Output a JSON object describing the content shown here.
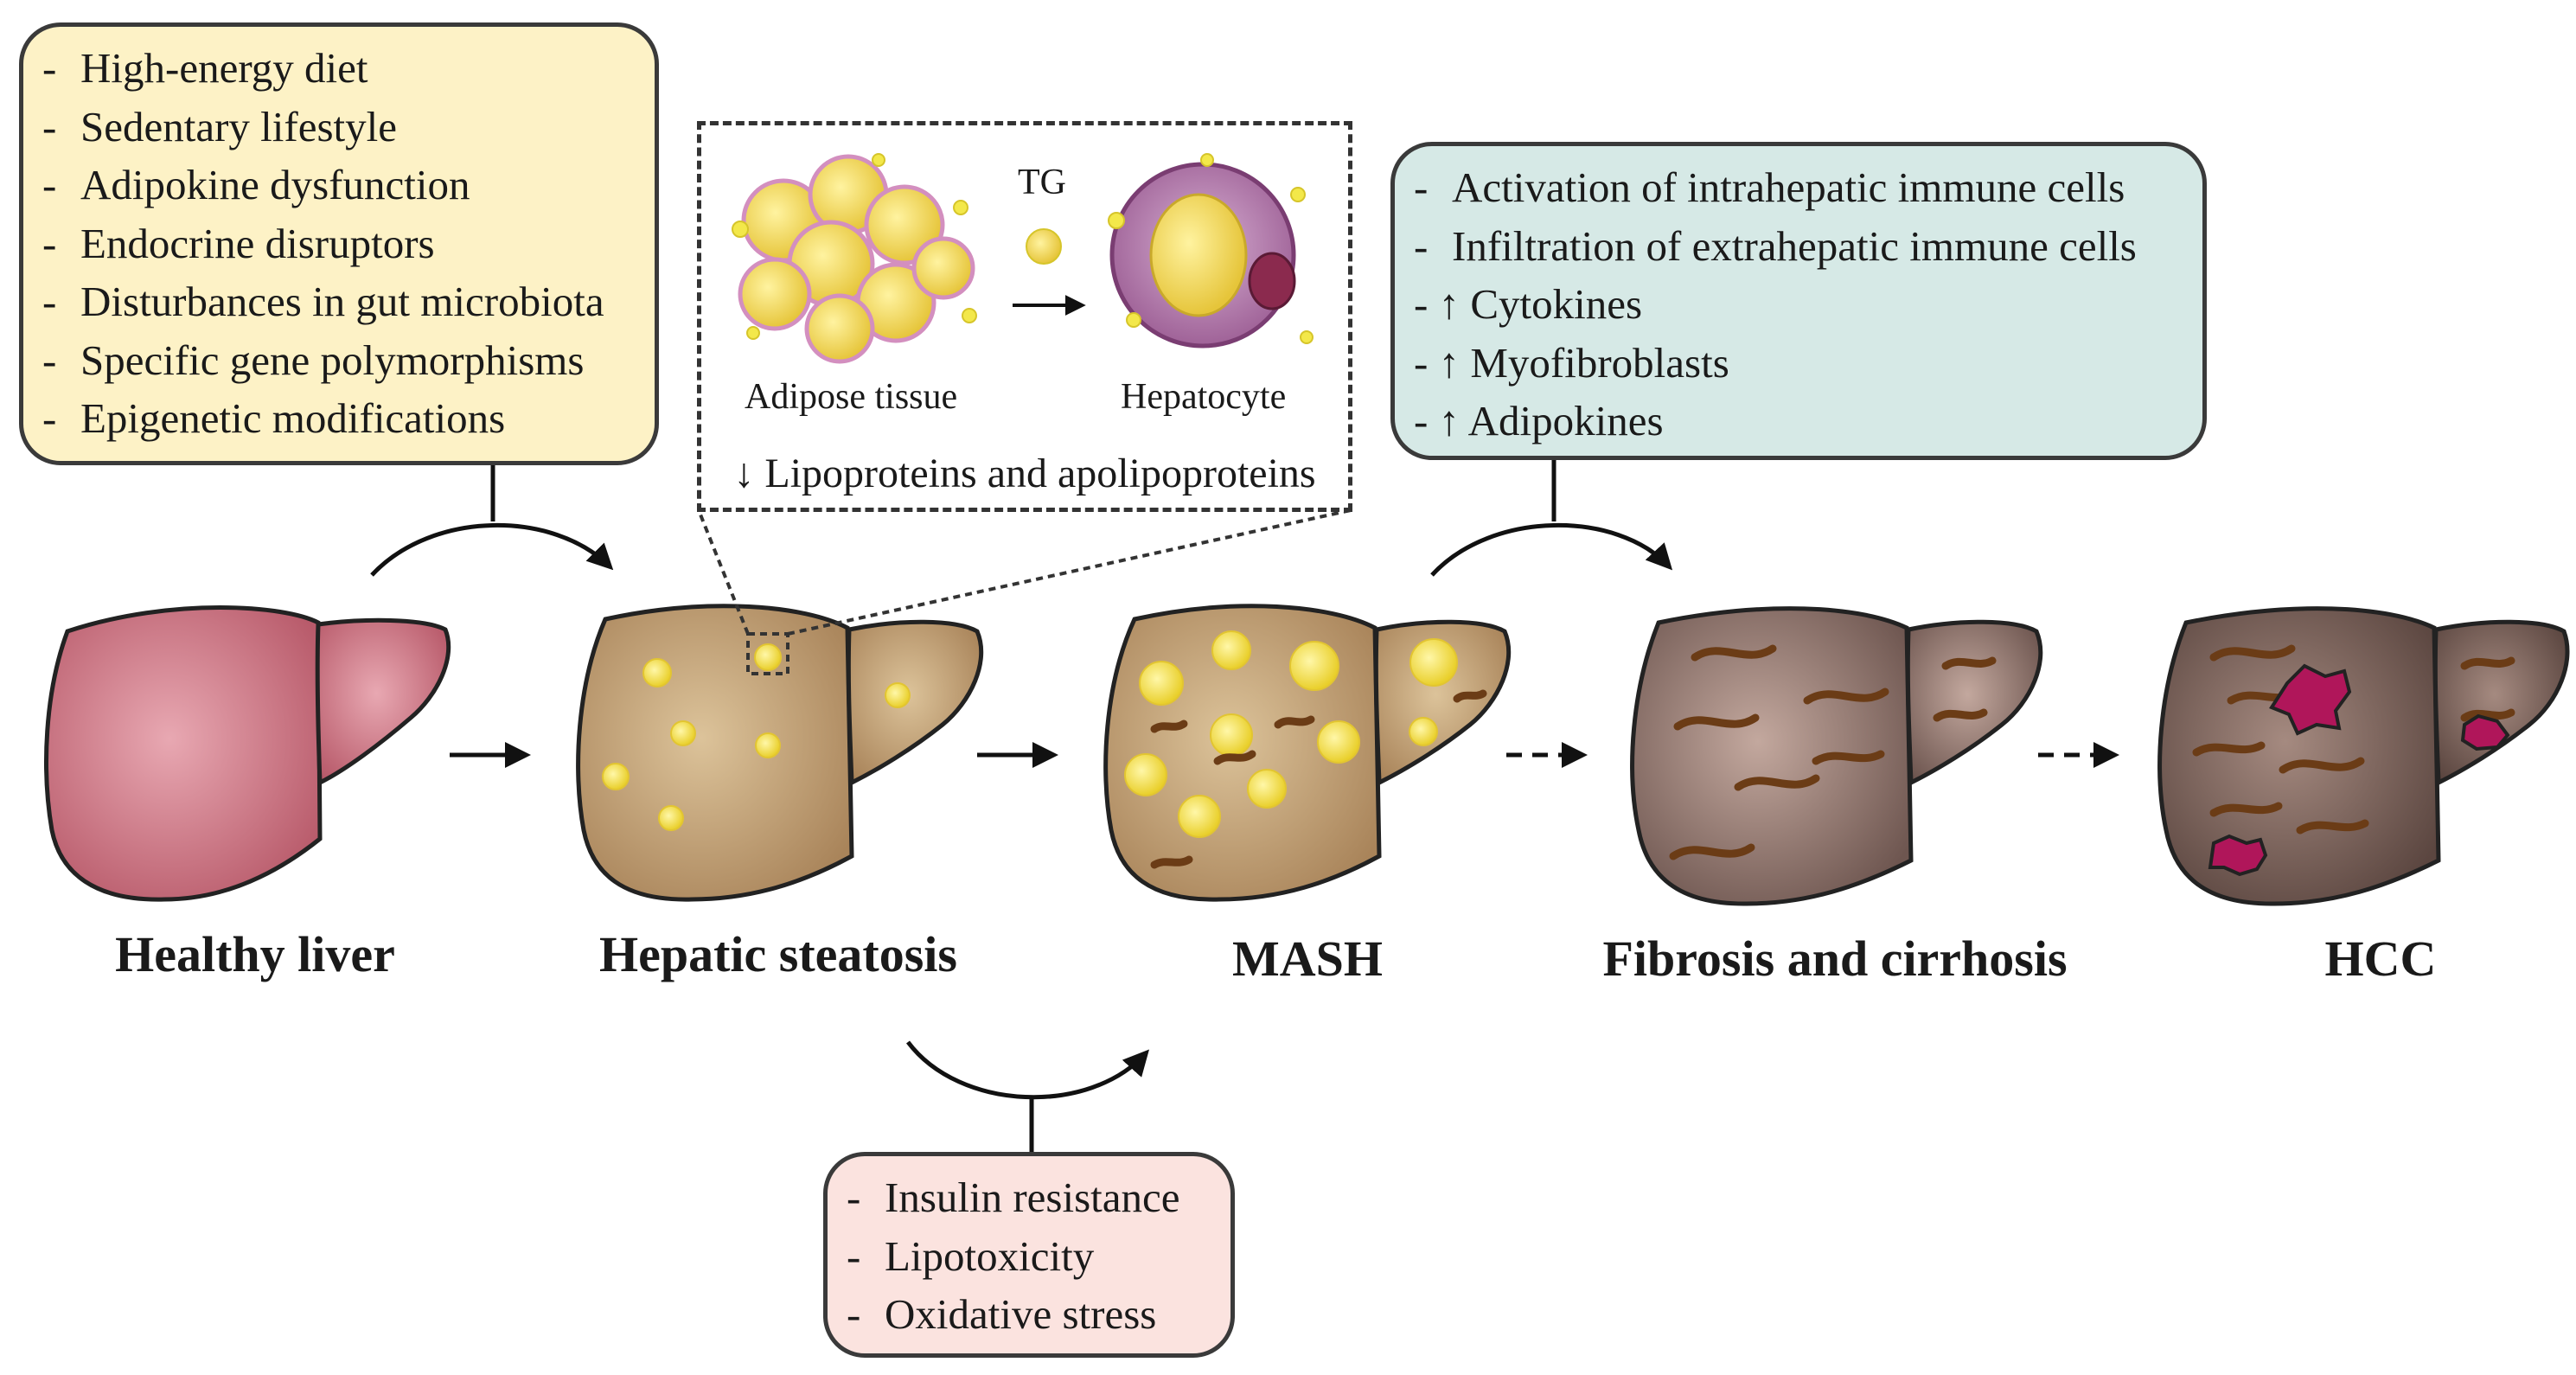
{
  "risk_factors": [
    "High-energy diet",
    "Sedentary lifestyle",
    "Adipokine dysfunction",
    "Endocrine disruptors",
    "Disturbances in gut microbiota",
    "Specific gene polymorphisms",
    "Epigenetic modifications"
  ],
  "immune_factors": [
    {
      "prefix": "-",
      "text": "Activation of intrahepatic immune cells"
    },
    {
      "prefix": "-",
      "text": "Infiltration of extrahepatic immune cells"
    },
    {
      "prefix": "- ↑",
      "text": "Cytokines"
    },
    {
      "prefix": "- ↑",
      "text": "Myofibroblasts"
    },
    {
      "prefix": "- ↑",
      "text": "Adipokines"
    }
  ],
  "metabolic_factors": [
    "Insulin resistance",
    "Lipotoxicity",
    "Oxidative stress"
  ],
  "inset": {
    "tg_label": "TG",
    "adipose_label": "Adipose tissue",
    "hepatocyte_label": "Hepatocyte",
    "bottom_label": "↓ Lipoproteins and apolipoproteins"
  },
  "stages": [
    "Healthy liver",
    "Hepatic steatosis",
    "MASH",
    "Fibrosis and cirrhosis",
    "HCC"
  ],
  "colors": {
    "risk_box": "#fdf2c6",
    "immune_box": "#d6e9e6",
    "metabolic_box": "#fbe3df",
    "healthy_liver": "#c96a78",
    "steatosis_liver": "#b9986a",
    "fibrosis_liver": "#7a6460",
    "fat_droplet": "#f2e24a",
    "scar": "#6b3c16",
    "tumor": "#b0165a"
  }
}
